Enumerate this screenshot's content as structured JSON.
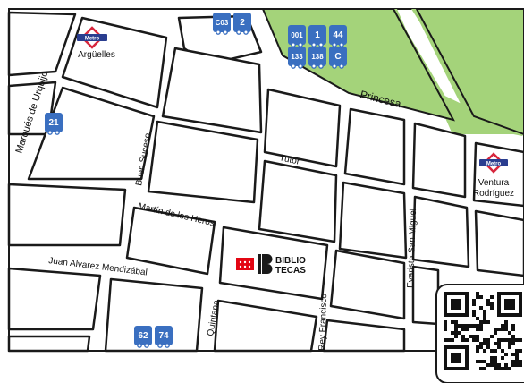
{
  "map": {
    "streets": {
      "princesa": "Princesa",
      "marques_de_urquijo": "Marqués de Urquijo",
      "buen_suceso": "Buen Suceso",
      "tutor": "Tutor",
      "martin_de_los_heros": "Martín de los Heros",
      "juan_alvarez_mendizabal": "Juan Alvarez Mendizábal",
      "quintana": "Quintana",
      "rey_francisco": "Rey Francisco",
      "evaristo_san_miguel": "Evaristo San Miguel"
    },
    "metro_stations": [
      {
        "badge": "Metro",
        "name": "Argüelles"
      },
      {
        "badge": "Metro",
        "name_lines": [
          "Ventura",
          "Rodríguez"
        ]
      }
    ],
    "bus_stops": {
      "top_center": [
        "C03",
        "2"
      ],
      "park_row1": [
        "001",
        "1",
        "44"
      ],
      "park_row2": [
        "133",
        "138",
        "C"
      ],
      "left": [
        "21"
      ],
      "bottom": [
        "62",
        "74"
      ]
    },
    "library_logo": {
      "line1": "BIBLIO",
      "line2": "TECAS"
    },
    "colors": {
      "park": "#a4d37a",
      "street_outline": "#1a1a1a",
      "bus_badge": "#3a6fc0",
      "metro_red": "#d7263d",
      "metro_blue": "#2a3d8f",
      "madrid_red": "#e30613"
    }
  }
}
